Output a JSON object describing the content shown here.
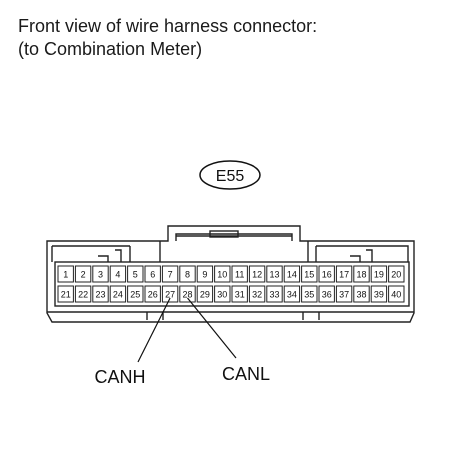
{
  "title": {
    "line1": "Front view of wire harness connector:",
    "line2": "(to Combination Meter)"
  },
  "connector": {
    "code": "E55",
    "pins_top": [
      "1",
      "2",
      "3",
      "4",
      "5",
      "6",
      "7",
      "8",
      "9",
      "10",
      "11",
      "12",
      "13",
      "14",
      "15",
      "16",
      "17",
      "18",
      "19",
      "20"
    ],
    "pins_bottom": [
      "21",
      "22",
      "23",
      "24",
      "25",
      "26",
      "27",
      "28",
      "29",
      "30",
      "31",
      "32",
      "33",
      "34",
      "35",
      "36",
      "37",
      "38",
      "39",
      "40"
    ]
  },
  "callouts": [
    {
      "label": "CANH",
      "pin": "27"
    },
    {
      "label": "CANL",
      "pin": "28"
    }
  ]
}
